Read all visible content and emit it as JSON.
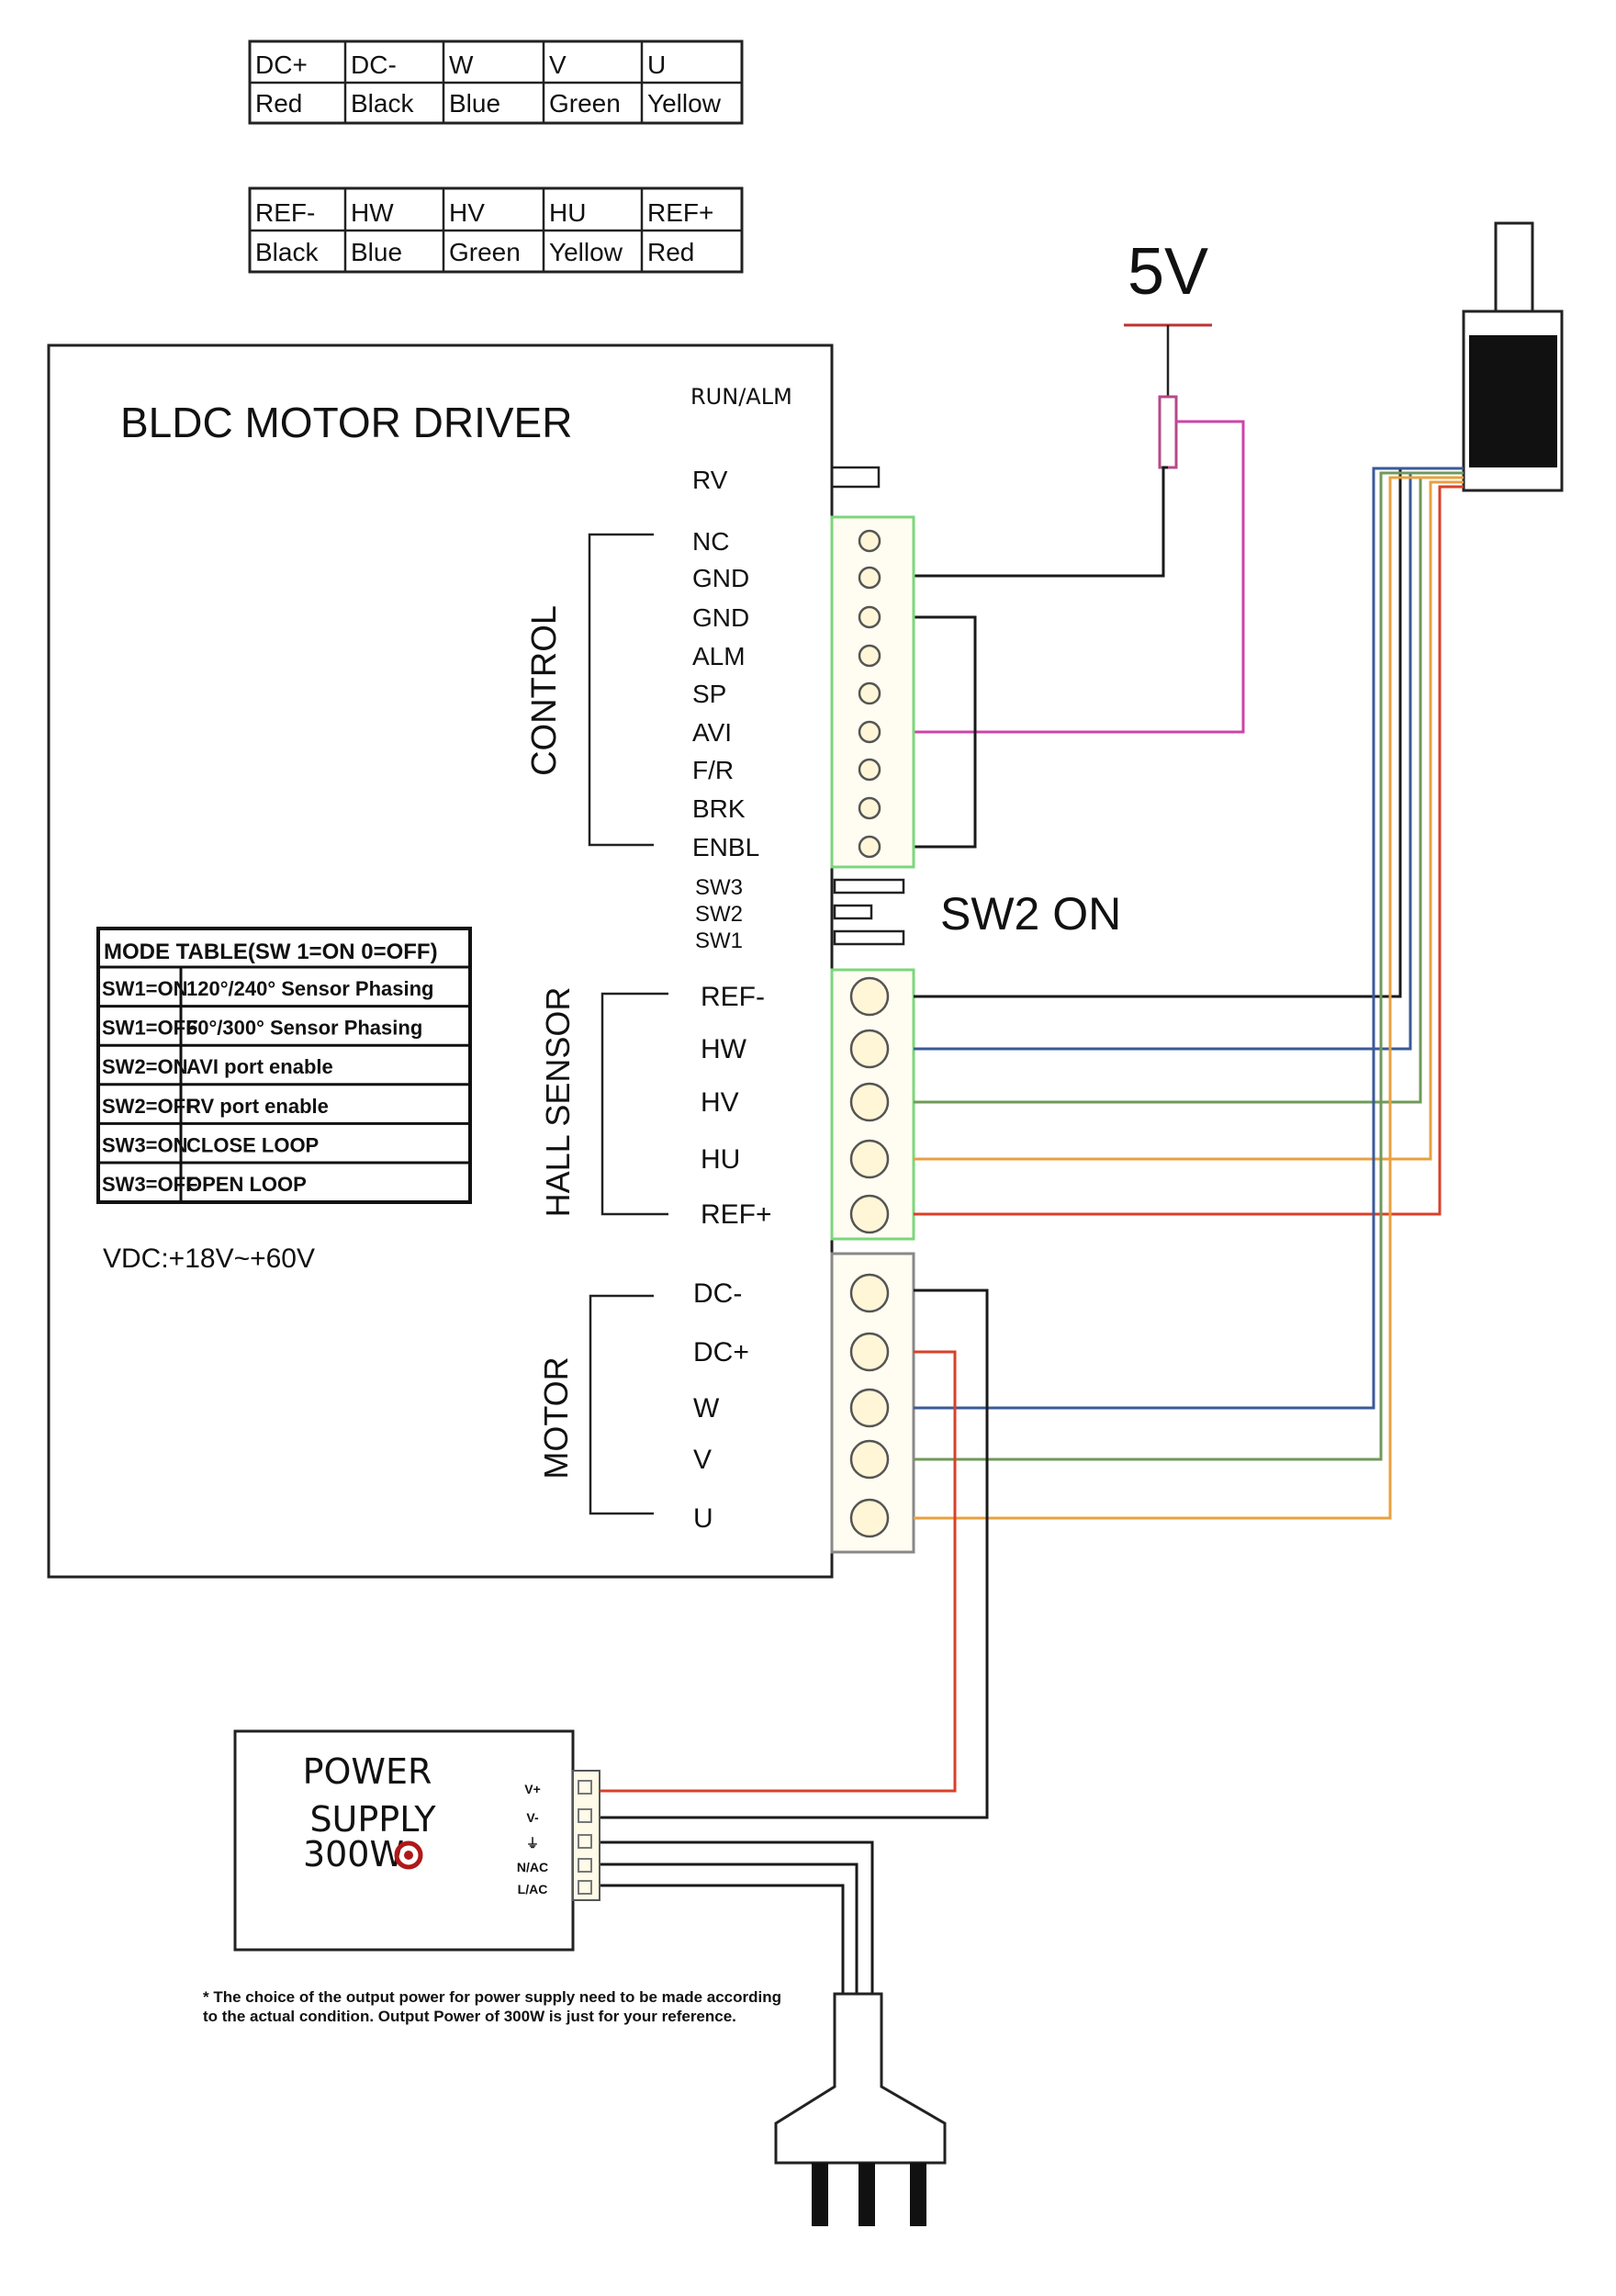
{
  "color_table_motor": {
    "headers": [
      "DC+",
      "DC-",
      "W",
      "V",
      "U"
    ],
    "colors": [
      "Red",
      "Black",
      "Blue",
      "Green",
      "Yellow"
    ]
  },
  "color_table_hall": {
    "headers": [
      "REF-",
      "HW",
      "HV",
      "HU",
      "REF+"
    ],
    "colors": [
      "Black",
      "Blue",
      "Green",
      "Yellow",
      "Red"
    ]
  },
  "supply_label": "5V",
  "driver": {
    "title": "BLDC MOTOR DRIVER",
    "run_alm": "RUN/ALM",
    "rv": "RV",
    "control_group": "CONTROL",
    "control_terminals": [
      "NC",
      "GND",
      "GND",
      "ALM",
      "SP",
      "AVI",
      "F/R",
      "BRK",
      "ENBL"
    ],
    "switches": [
      "SW3",
      "SW2",
      "SW1"
    ],
    "switch_note": "SW2 ON",
    "hall_group": "HALL SENSOR",
    "hall_terminals": [
      "REF-",
      "HW",
      "HV",
      "HU",
      "REF+"
    ],
    "motor_group": "MOTOR",
    "motor_terminals": [
      "DC-",
      "DC+",
      "W",
      "V",
      "U"
    ],
    "vdc": "VDC:+18V~+60V",
    "mode_table": {
      "title": "MODE TABLE(SW 1=ON 0=OFF)",
      "rows": [
        [
          "SW1=ON",
          "120°/240° Sensor Phasing"
        ],
        [
          "SW1=OFF",
          "60°/300° Sensor Phasing"
        ],
        [
          "SW2=ON",
          "AVI port enable"
        ],
        [
          "SW2=OFF",
          "RV port enable"
        ],
        [
          "SW3=ON",
          "CLOSE LOOP"
        ],
        [
          "SW3=OFF",
          "OPEN LOOP"
        ]
      ]
    }
  },
  "power_supply": {
    "line1": "POWER",
    "line2": "SUPPLY",
    "line3": "300W",
    "terminals": [
      "V+",
      "V-",
      "⏚",
      "N/AC",
      "L/AC"
    ],
    "note_line1": "* The choice of the output power for power supply need to be made according",
    "note_line2": "to the actual condition. Output Power of 300W is just for your reference."
  },
  "wire_colors": {
    "red": "#d9402a",
    "black": "#1a1a1a",
    "blue": "#3a5a9a",
    "green": "#6f9a5a",
    "yellow": "#e8a040",
    "magenta": "#cc44aa",
    "terminal_green": "#7cd67c"
  }
}
